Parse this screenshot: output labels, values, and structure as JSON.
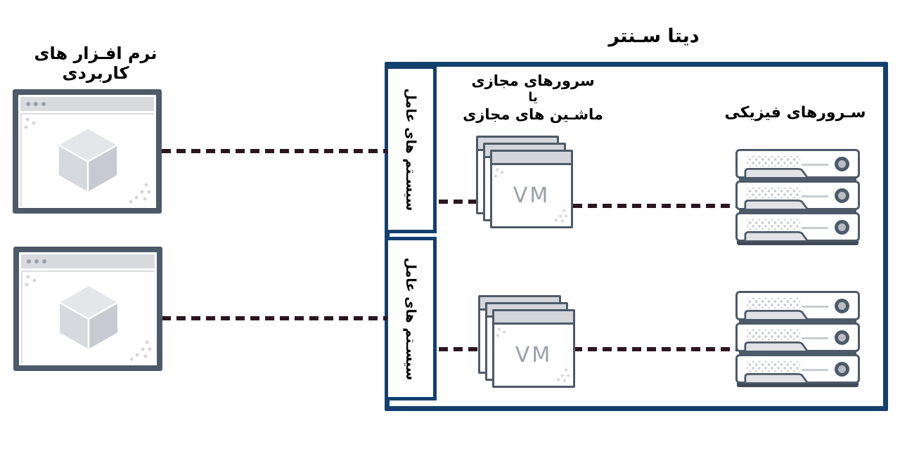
{
  "title": "دیتا سـنتر",
  "labels": {
    "apps": "نرم افـزار های کاربردی",
    "os": "سیسـتم های عامل",
    "vm_line1": "سرورهای  مجازی",
    "vm_line2": "یا",
    "vm_line3": "ماشـین های مجازی",
    "physical": "سـرورهای فیزیکی"
  },
  "vm_text": "VM",
  "colors": {
    "datacenter_border": "#14406e",
    "hardware_frame": "#4d5a69",
    "connector_dash": "#2d1520",
    "titlebar_gray": "#d8dade",
    "cube_gray": "#d6d9dd",
    "vm_text_gray": "#99a1ab"
  }
}
